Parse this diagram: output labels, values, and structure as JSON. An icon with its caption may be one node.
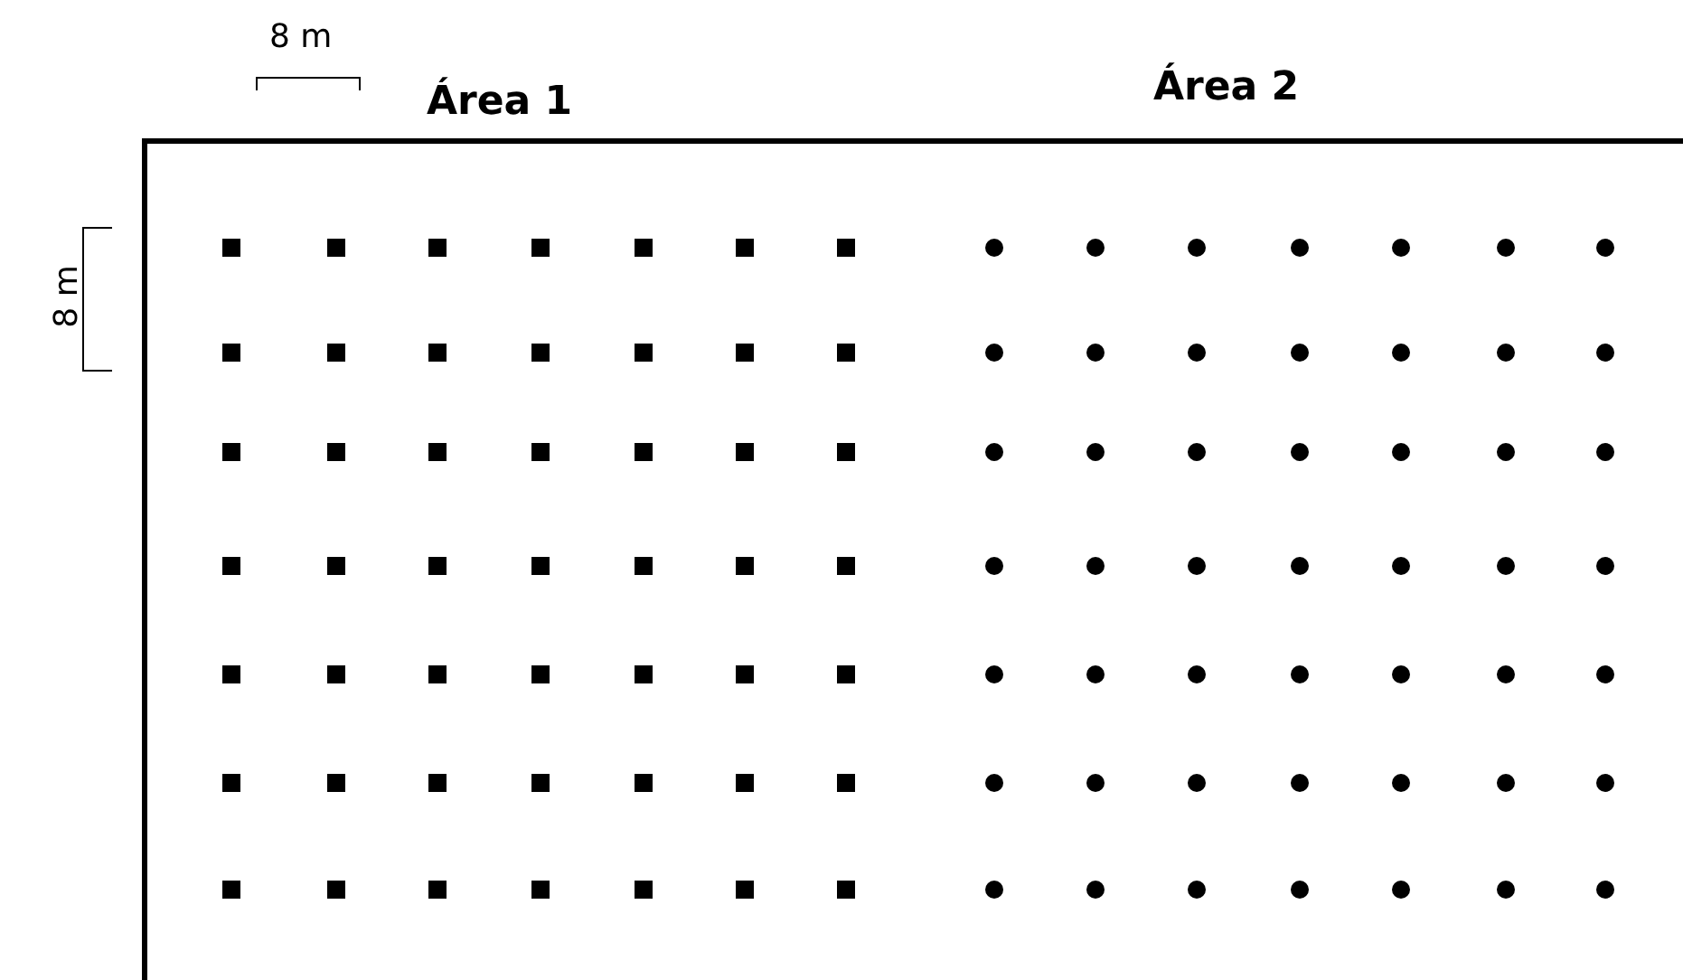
{
  "diagram": {
    "labels": [
      "8 m",
      "Área 1",
      "Área 2",
      "8 m"
    ]
  }
}
